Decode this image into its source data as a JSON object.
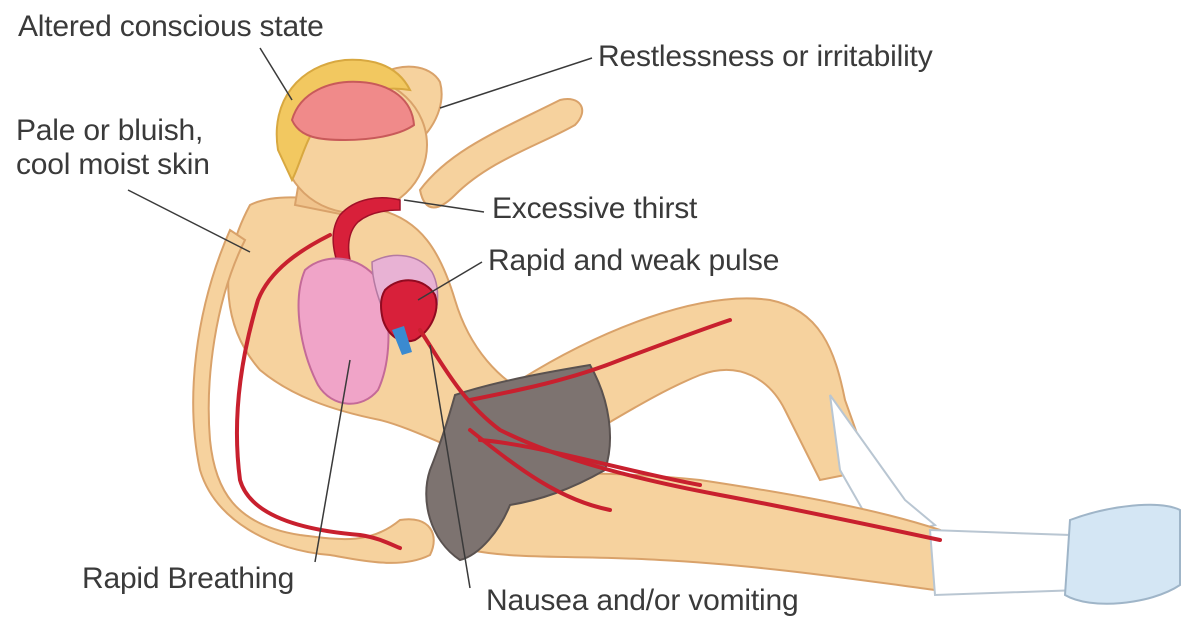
{
  "labels": {
    "altered_conscious_state": "Altered conscious state",
    "restlessness": "Restlessness or irritability",
    "skin_line1": "Pale or bluish,",
    "skin_line2": "cool moist skin",
    "excessive_thirst": "Excessive thirst",
    "rapid_weak_pulse": "Rapid and weak pulse",
    "rapid_breathing": "Rapid Breathing",
    "nausea": "Nausea and/or vomiting"
  },
  "colors": {
    "skin": "#f6d29e",
    "skin_shadow": "#e6b47c",
    "hair": "#f2c860",
    "brain": "#f08a8a",
    "lung": "#f0a4c8",
    "heart": "#d8203a",
    "vessel": "#c8202e",
    "shorts": "#7d7370",
    "sock": "#ffffff",
    "shoe": "#d4e6f4",
    "leader": "#3a3a3a",
    "text": "#3a3a3a"
  }
}
